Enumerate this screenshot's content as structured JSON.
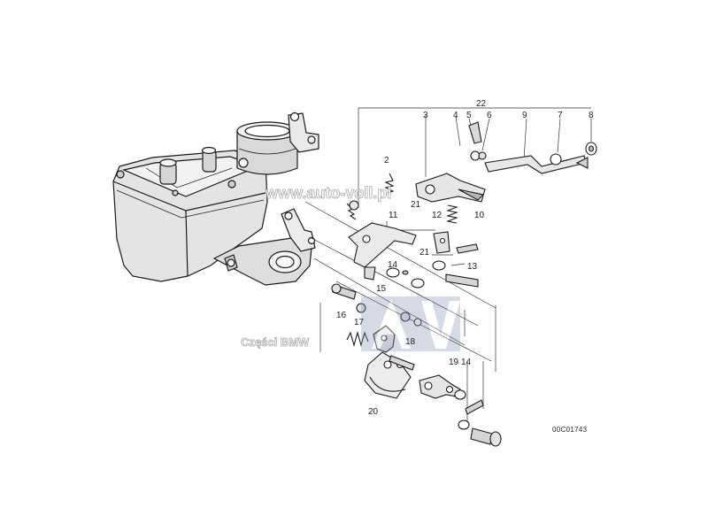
{
  "diagram": {
    "callouts": [
      "22",
      "3",
      "4",
      "5",
      "6",
      "9",
      "7",
      "8",
      "2",
      "21",
      "11",
      "12",
      "10",
      "21",
      "14",
      "13",
      "15",
      "16",
      "17",
      "18",
      "19",
      "14",
      "20"
    ],
    "code": "00C01743"
  },
  "watermark": {
    "url": "www.auto-voll.pl",
    "brand": "Części BMW",
    "logo_letters": "AV"
  }
}
